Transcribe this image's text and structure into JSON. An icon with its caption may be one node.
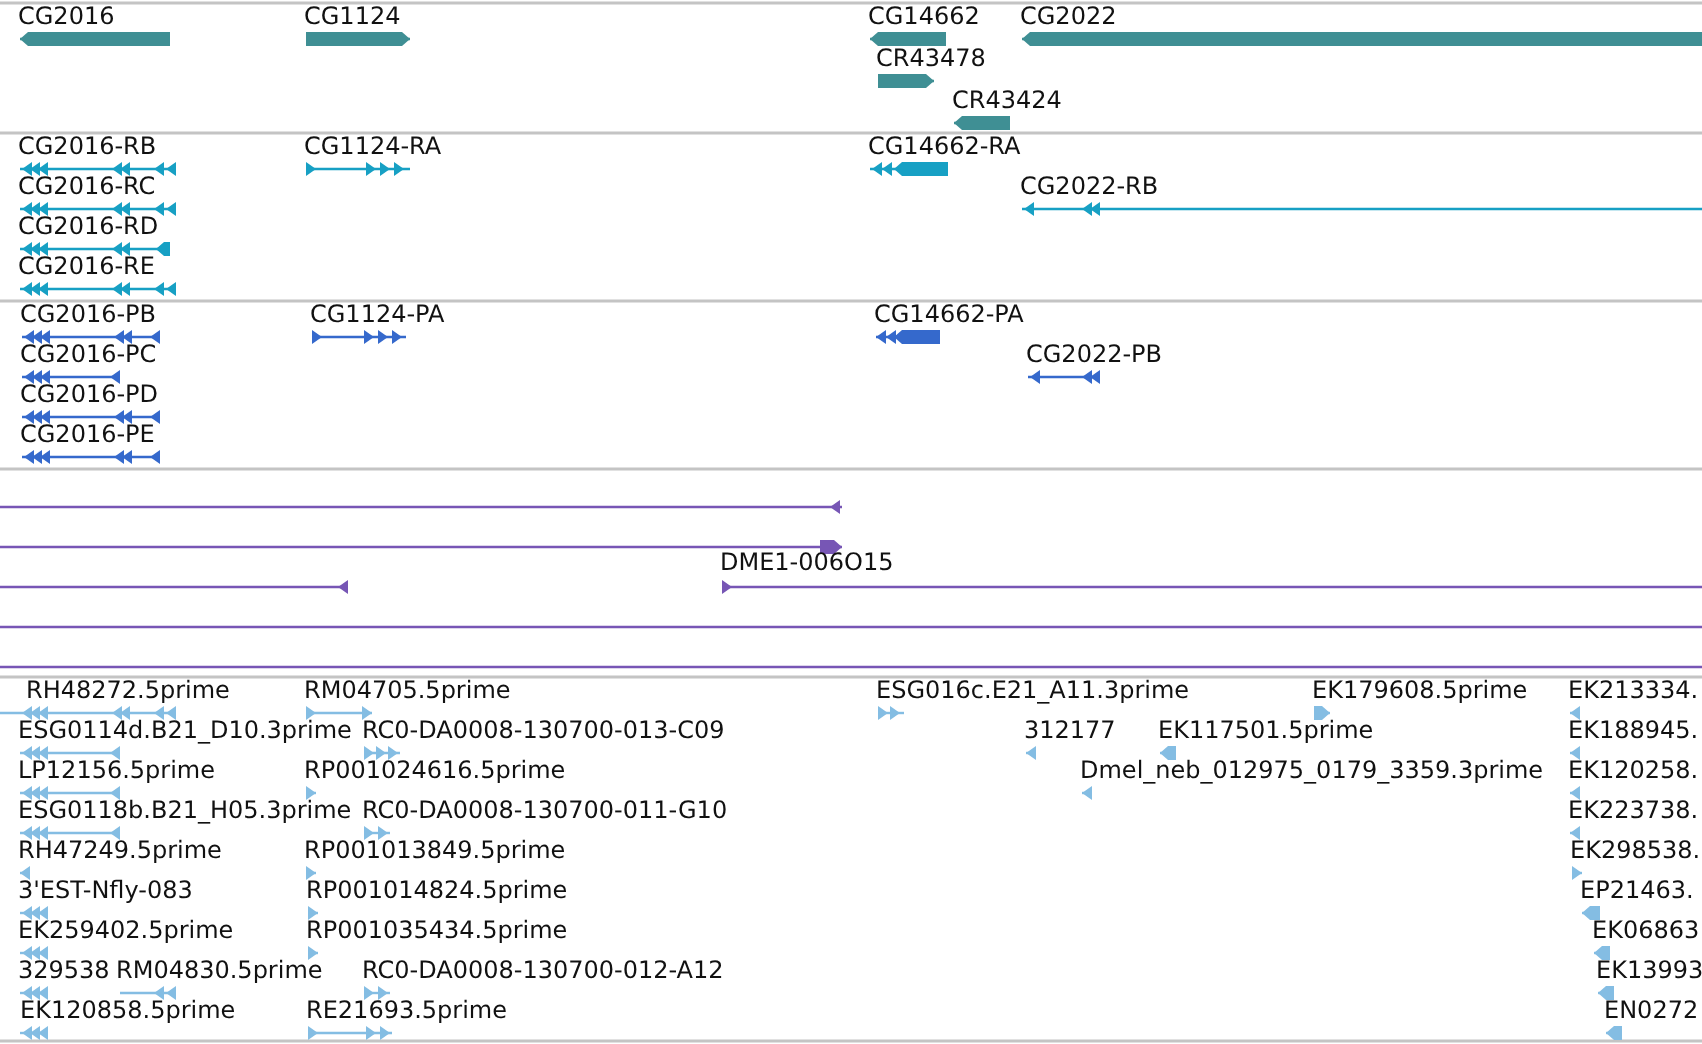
{
  "diagram": {
    "labels": [
      "CG2016",
      "CG1124",
      "CG14662",
      "CG2022",
      "CR43478",
      "CR43424",
      "CG2016-RB",
      "CG1124-RA",
      "CG14662-RA",
      "CG2016-RC",
      "CG2022-RB",
      "CG2016-RD",
      "CG2016-RE",
      "CG2016-PB",
      "CG1124-PA",
      "CG14662-PA",
      "CG2016-PC",
      "CG2022-PB",
      "CG2016-PD",
      "CG2016-PE",
      "DME1-006O15",
      "RH48272.5prime",
      "RM04705.5prime",
      "ESG016c.E21_A11.3prime",
      "EK179608.5prime",
      "EK213334.",
      "ESG0114d.B21_D10.3prime",
      "RC0-DA0008-130700-013-C09",
      "312177",
      "EK117501.5prime",
      "EK188945.",
      "LP12156.5prime",
      "RP001024616.5prime",
      "Dmel_neb_012975_0179_3359.3prime",
      "EK120258.",
      "ESG0118b.B21_H05.3prime",
      "RC0-DA0008-130700-011-G10",
      "EK223738.",
      "RH47249.5prime",
      "RP001013849.5prime",
      "EK298538.",
      "3'EST-Nfly-083",
      "RP001014824.5prime",
      "EP21463.",
      "EK259402.5prime",
      "RP001035434.5prime",
      "EK06863",
      "329538",
      "RM04830.5prime",
      "RC0-DA0008-130700-012-A12",
      "EK13993",
      "EK120858.5prime",
      "RE21693.5prime",
      "EN0272"
    ]
  }
}
